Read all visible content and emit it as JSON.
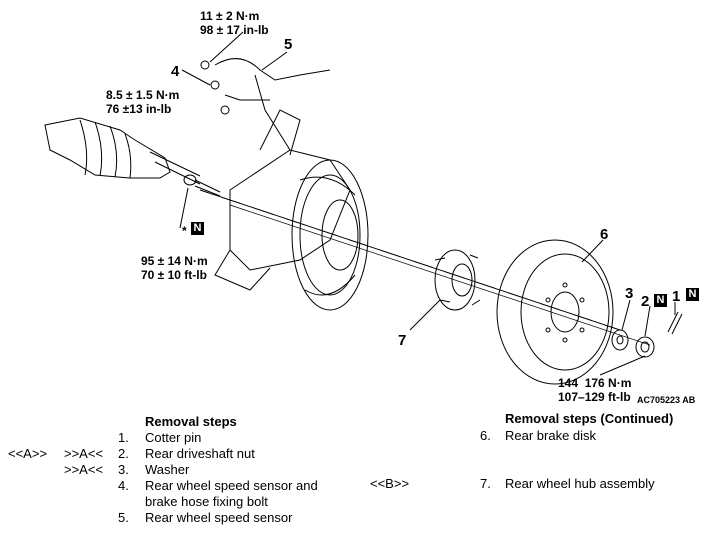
{
  "torques": {
    "t1_nm": "11 ± 2 N·m",
    "t1_inlb": "98 ± 17 in-lb",
    "t2_nm": "8.5 ± 1.5 N·m",
    "t2_inlb": "76 ±13 in-lb",
    "t3_nm": "95 ± 14 N·m",
    "t3_ftlb": "70 ± 10 ft-lb",
    "t4_nm": "176 N·m",
    "t4_prefix": "144",
    "t4_ftlb": "107–129 ft-lb"
  },
  "callouts": {
    "c1": "1",
    "c2": "2",
    "c3": "3",
    "c4": "4",
    "c5": "5",
    "c6": "6",
    "c7": "7",
    "n_mark": "N",
    "asterisk": "*"
  },
  "figure_ref": "AC705223 AB",
  "removal_left": {
    "title": "Removal steps",
    "items": [
      {
        "num": "1.",
        "text": "Cotter pin"
      },
      {
        "num": "2.",
        "text": "Rear driveshaft nut"
      },
      {
        "num": "3.",
        "text": "Washer"
      },
      {
        "num": "4.",
        "text": "Rear wheel speed sensor and"
      },
      {
        "num": "",
        "text": "brake hose fixing bolt"
      },
      {
        "num": "5.",
        "text": "Rear wheel speed sensor"
      }
    ]
  },
  "removal_right": {
    "title": "Removal steps (Continued)",
    "items": [
      {
        "num": "6.",
        "text": "Rear brake disk"
      },
      {
        "num": "7.",
        "text": "Rear wheel hub assembly"
      }
    ]
  },
  "marks": {
    "a_left": "<<A>>",
    "a_mid_1": ">>A<<",
    "a_mid_2": ">>A<<",
    "b_left": "<<B>>"
  }
}
